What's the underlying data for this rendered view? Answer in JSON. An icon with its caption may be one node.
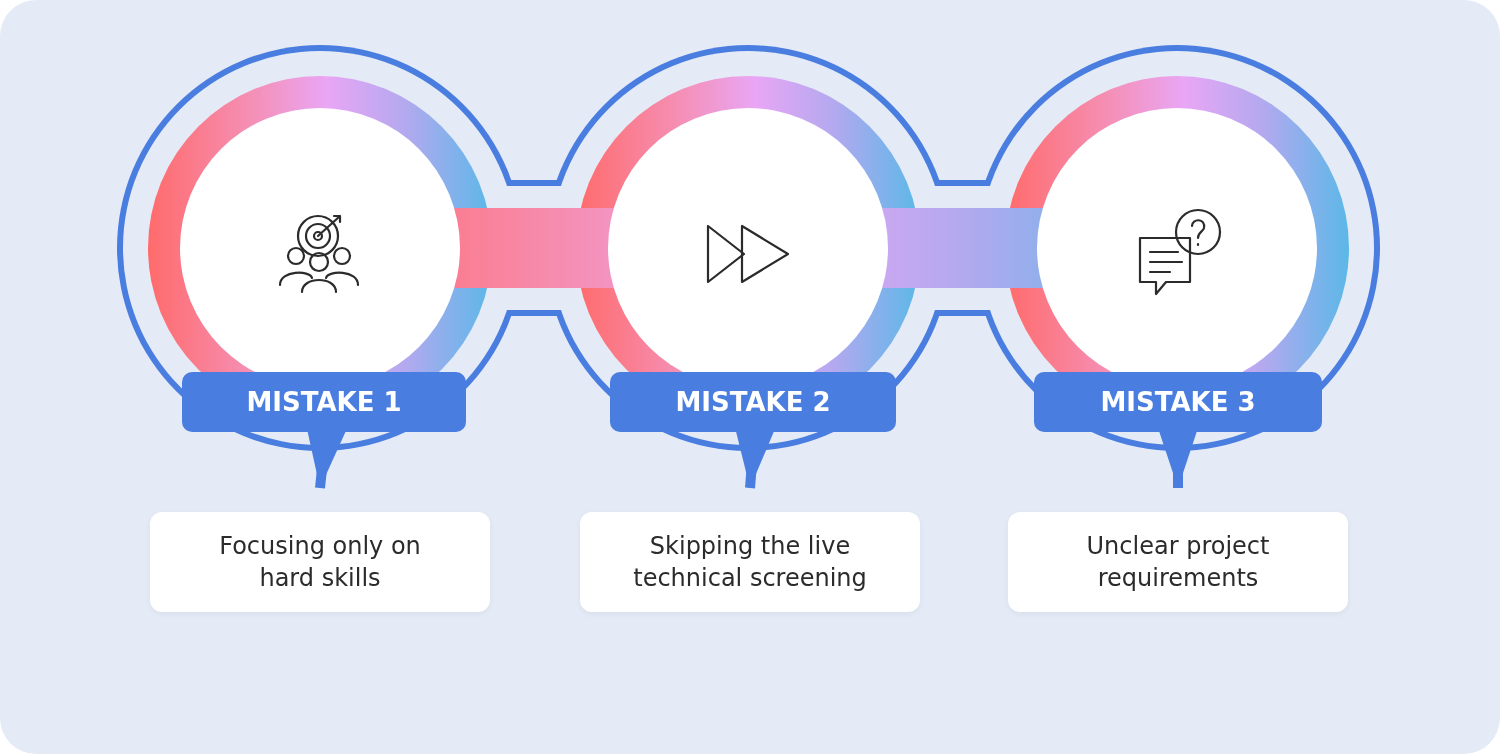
{
  "diagram": {
    "nodes": [
      {
        "text": [
          "MISTAKE 1"
        ]
      },
      {
        "text": [
          "Focusing only on hard skills"
        ]
      },
      {
        "text": [
          "MISTAKE 2"
        ]
      },
      {
        "text": [
          "Skipping the live technical screening"
        ]
      },
      {
        "text": [
          "MISTAKE 3"
        ]
      },
      {
        "text": [
          "Unclear project requirements"
        ]
      }
    ],
    "edges": [
      {
        "from": 0,
        "to": 1,
        "arrow": "to"
      },
      {
        "from": 2,
        "to": 3,
        "arrow": "to"
      },
      {
        "from": 4,
        "to": 5,
        "arrow": "to"
      }
    ]
  }
}
